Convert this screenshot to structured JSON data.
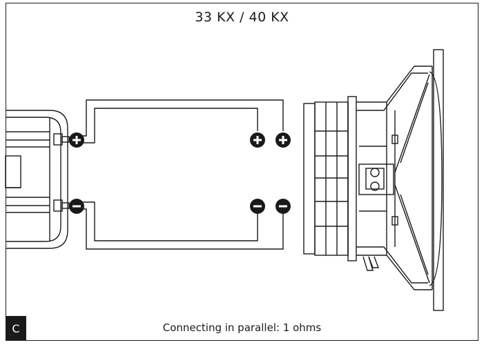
{
  "title": "33 KX / 40 KX",
  "caption": "Connecting in parallel: 1 ohms",
  "corner_label": "C",
  "terminals": {
    "plus_symbol": "+",
    "minus_symbol": "−"
  },
  "colors": {
    "ink": "#1a1a1a",
    "background": "#ffffff"
  }
}
